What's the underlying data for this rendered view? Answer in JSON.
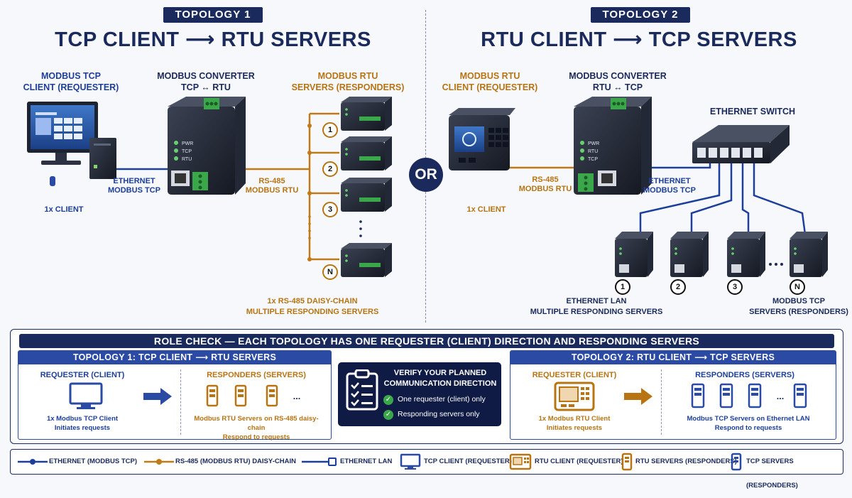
{
  "topology1": {
    "tag": "TOPOLOGY 1",
    "title": "TCP CLIENT ⟶ RTU SERVERS",
    "client_label": "MODBUS TCP\nCLIENT (REQUESTER)",
    "converter_label": "MODBUS CONVERTER\nTCP ↔ RTU",
    "servers_label": "MODBUS RTU\nSERVERS (RESPONDERS)",
    "link_label": "ETHERNET\nMODBUS TCP",
    "bus_label": "RS-485\nMODBUS RTU",
    "client_count": "1x CLIENT",
    "chain_label": "1x RS-485 DAISY-CHAIN\nMULTIPLE RESPONDING SERVERS",
    "ports": [
      "PWR",
      "TCP",
      "RTU"
    ],
    "badges": [
      "1",
      "2",
      "3",
      "N"
    ]
  },
  "or_label": "OR",
  "topology2": {
    "tag": "TOPOLOGY 2",
    "title": "RTU CLIENT ⟶ TCP SERVERS",
    "client_label": "MODBUS RTU\nCLIENT (REQUESTER)",
    "converter_label": "MODBUS CONVERTER\nRTU ↔ TCP",
    "switch_label": "ETHERNET SWITCH",
    "bus_label": "RS-485\nMODBUS RTU",
    "link_label": "ETHERNET\nMODBUS TCP",
    "client_count": "1x CLIENT",
    "lan_label": "ETHERNET LAN\nMULTIPLE RESPONDING SERVERS",
    "servers_label": "MODBUS TCP\nSERVERS (RESPONDERS)",
    "ports": [
      "PWR",
      "RTU",
      "TCP"
    ],
    "badges": [
      "1",
      "2",
      "3",
      "N"
    ]
  },
  "role_check": {
    "heading": "ROLE CHECK — EACH TOPOLOGY HAS ONE REQUESTER (CLIENT) DIRECTION AND RESPONDING SERVERS",
    "t1": {
      "head": "TOPOLOGY 1: TCP CLIENT ⟶ RTU SERVERS",
      "req_title": "REQUESTER (CLIENT)",
      "req_desc": "1x Modbus TCP Client\nInitiates requests",
      "resp_title": "RESPONDERS (SERVERS)",
      "resp_desc": "Modbus RTU Servers on RS-485 daisy-chain\nRespond to requests"
    },
    "verify": {
      "title": "VERIFY YOUR PLANNED\nCOMMUNICATION DIRECTION",
      "items": [
        "One requester (client) only",
        "Responding servers only"
      ]
    },
    "t2": {
      "head": "TOPOLOGY 2: RTU CLIENT ⟶ TCP SERVERS",
      "req_title": "REQUESTER (CLIENT)",
      "req_desc": "1x Modbus RTU Client\nInitiates requests",
      "resp_title": "RESPONDERS (SERVERS)",
      "resp_desc": "Modbus TCP Servers on Ethernet LAN\nRespond to requests"
    },
    "ellipsis": "..."
  },
  "legend": [
    "ETHERNET (MODBUS TCP)",
    "RS-485 (MODBUS RTU) DAISY-CHAIN",
    "ETHERNET LAN",
    "TCP CLIENT (REQUESTER)",
    "RTU CLIENT (REQUESTER)",
    "RTU SERVERS (RESPONDERS)",
    "TCP SERVERS (RESPONDERS)"
  ],
  "colors": {
    "navy": "#1a2a5c",
    "ethernet_blue": "#1c3f9c",
    "rs485_orange": "#b87413",
    "ok_green": "#3aa84a"
  }
}
